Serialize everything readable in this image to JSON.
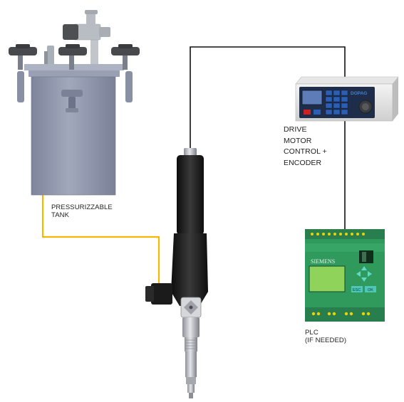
{
  "labels": {
    "tank": [
      "PRESSURIZZABLE",
      "TANK"
    ],
    "drive": [
      "DRIVE",
      "MOTOR",
      "CONTROL +",
      "ENCODER"
    ],
    "plc": [
      "PLC",
      "(IF NEEDED)"
    ]
  },
  "plc_brand": "SIEMENS",
  "plc_keys": [
    "ESC",
    "OK"
  ],
  "controller_brand": "DOPAG",
  "colors": {
    "tank": "#8f96ac",
    "fluid_line": "#f5b800",
    "signal_line": "#111111",
    "plc_body": "#2f9a5c",
    "plc_screen": "#8fd35a",
    "controller_panel": "#1d2d4a",
    "controller_keys": "#2a5fb5",
    "valve_body": "#1a1a1a"
  }
}
